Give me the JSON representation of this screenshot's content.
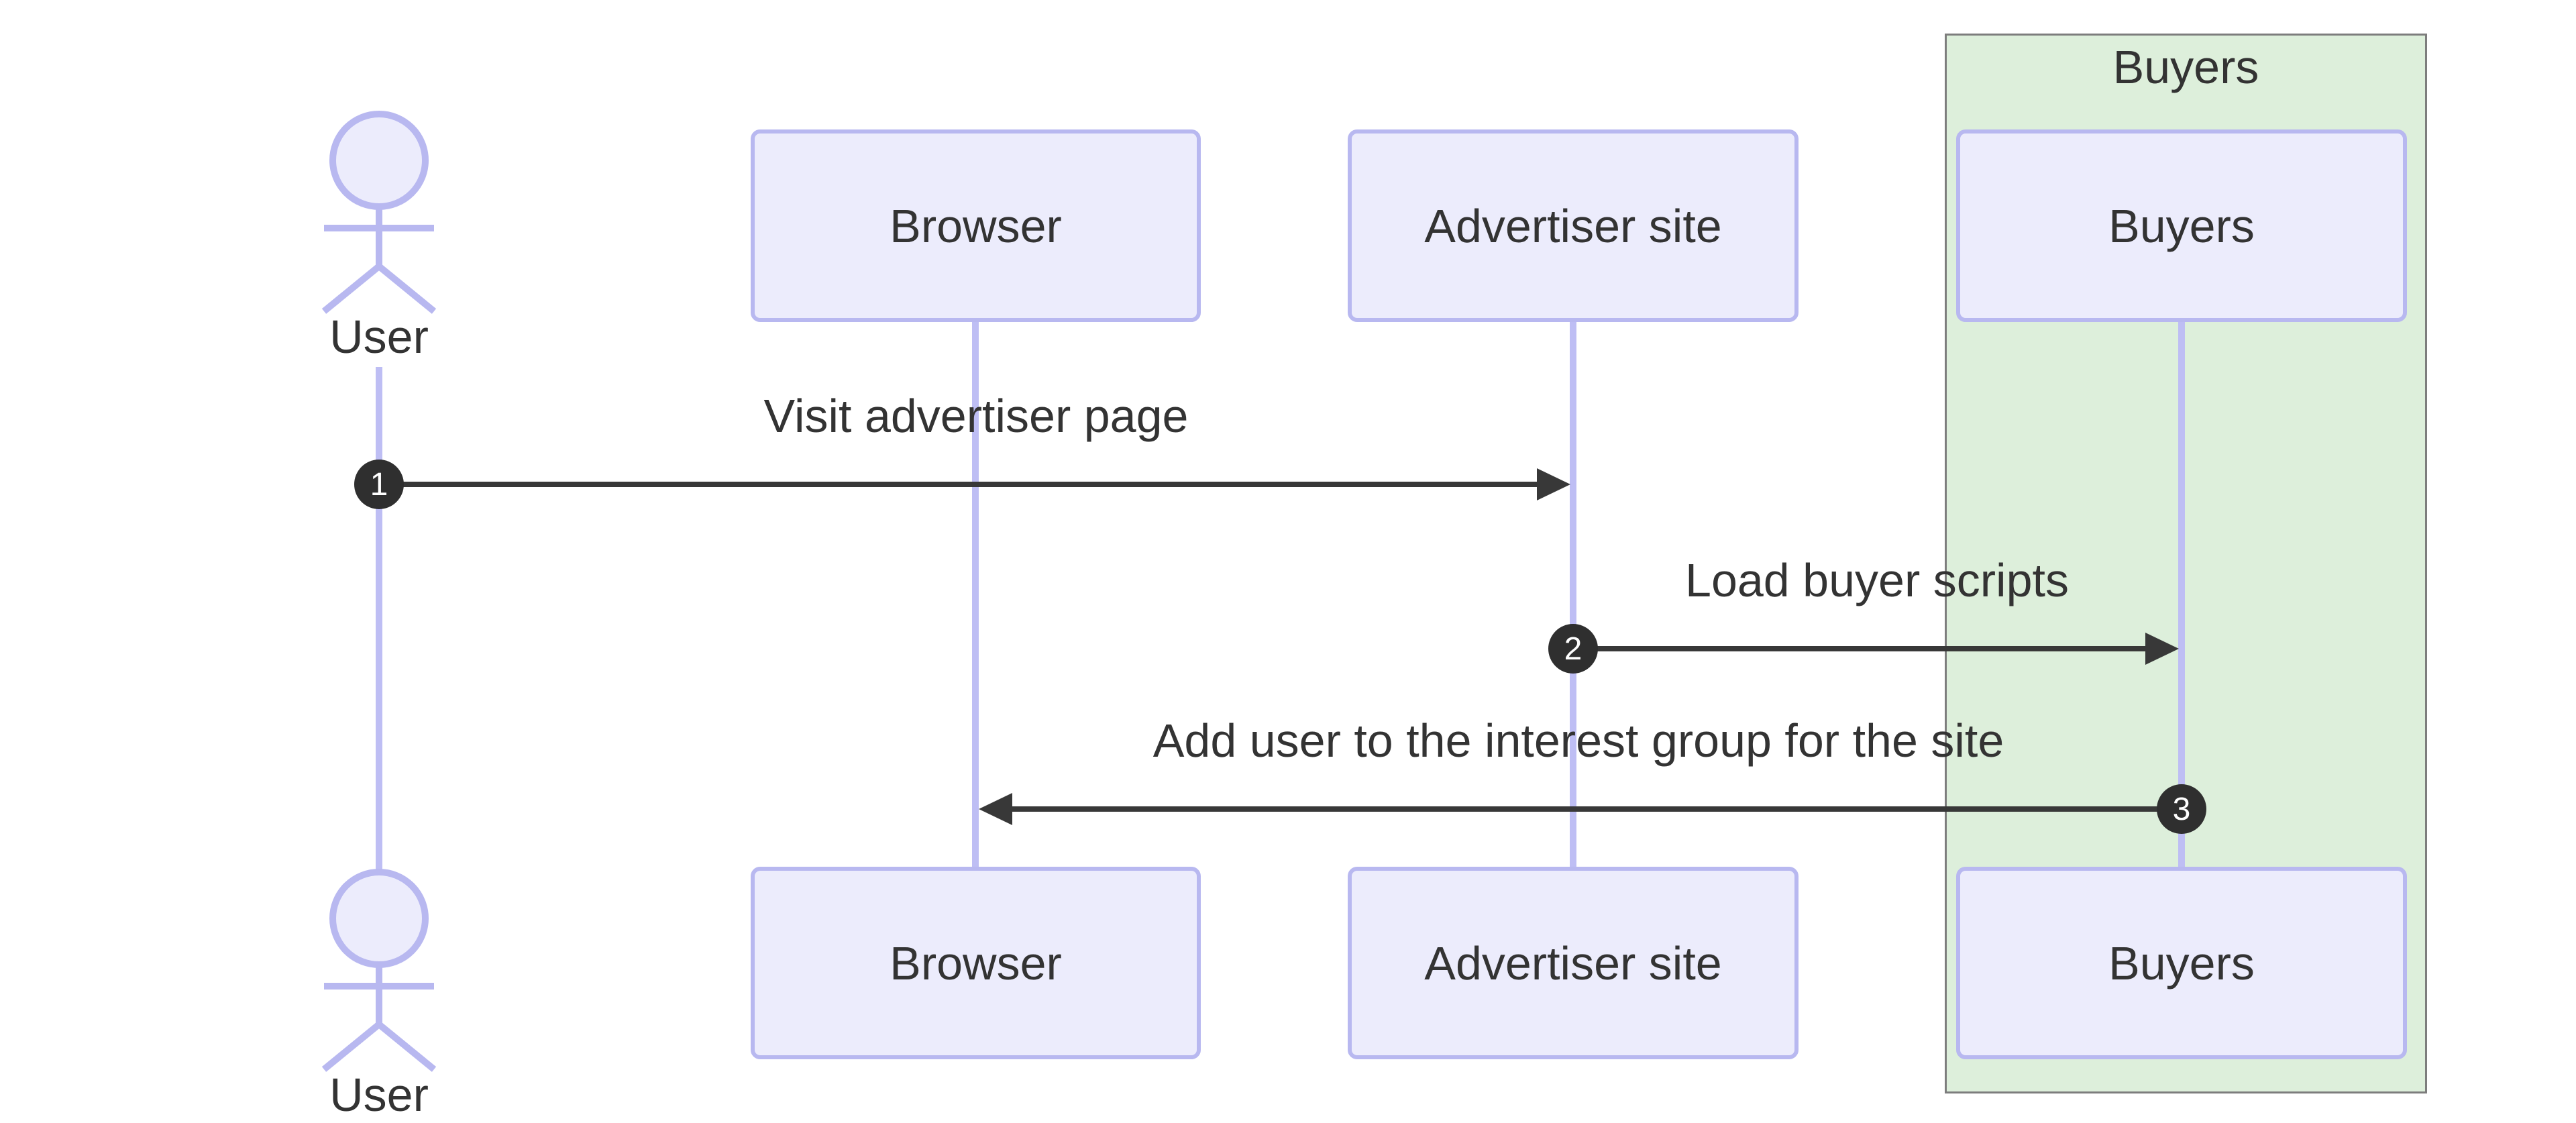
{
  "diagram": {
    "type": "sequence-diagram",
    "group": {
      "title": "Buyers",
      "fill": "#DDEFDB",
      "border": "#7D7D7D"
    },
    "actors": {
      "user": {
        "label": "User",
        "kind": "actor"
      },
      "browser": {
        "label": "Browser",
        "kind": "participant"
      },
      "advertiser": {
        "label": "Advertiser site",
        "kind": "participant"
      },
      "buyers": {
        "label": "Buyers",
        "kind": "participant",
        "group": "Buyers"
      }
    },
    "messages": [
      {
        "number": "1",
        "from": "User",
        "to": "Advertiser site",
        "label": "Visit advertiser page"
      },
      {
        "number": "2",
        "from": "Advertiser site",
        "to": "Buyers",
        "label": "Load buyer scripts"
      },
      {
        "number": "3",
        "from": "Buyers",
        "to": "Browser",
        "label": "Add user to the interest group for the site"
      }
    ],
    "colors": {
      "background": "#FFFFFF",
      "participant_fill": "#ECECFC",
      "participant_border": "#B8B8F0",
      "lifeline": "#BEBEF4",
      "group_fill": "#DDEFDB",
      "group_border": "#7D7D7D",
      "message_line": "#383838",
      "number_badge_fill": "#2F2F2F",
      "number_badge_text": "#FFFFFF",
      "text": "#333333"
    }
  }
}
